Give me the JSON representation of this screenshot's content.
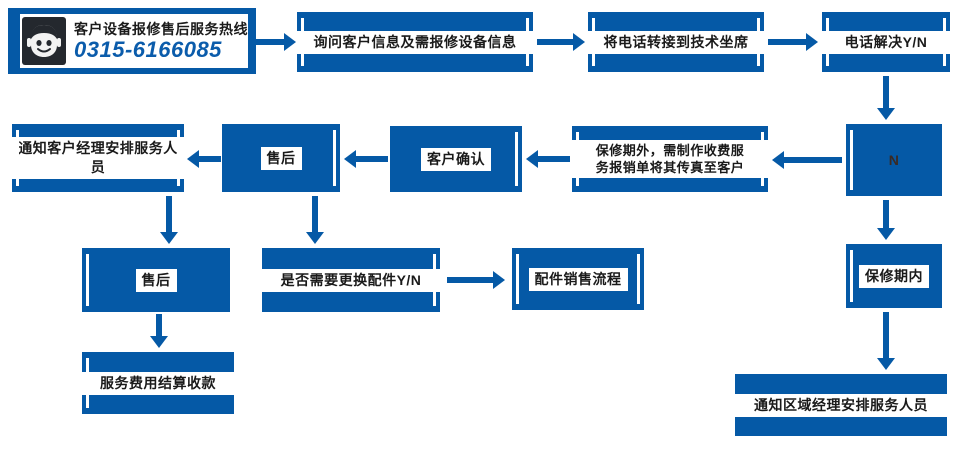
{
  "page": {
    "title": "客户设备报修售后服务流程图",
    "accent_color": "#0559a6",
    "text_color": "#1a1a1a",
    "background_color": "#ffffff"
  },
  "hotline": {
    "icon": "customer-service-avatar-icon",
    "title": "客户设备报修售后服务热线",
    "number": "0315-6166085",
    "number_color": "#0b5cab",
    "avatar_color": "#24282e"
  },
  "nodes": [
    {
      "id": "ask-info",
      "label": "询问客户信息及需报修设备信息"
    },
    {
      "id": "transfer-tech",
      "label": "将电话转接到技术坐席"
    },
    {
      "id": "phone-resolved",
      "label": "电话解决Y/N"
    },
    {
      "id": "branch-n",
      "label": "N"
    },
    {
      "id": "in-warranty",
      "label": "保修期内"
    },
    {
      "id": "notify-area-manager",
      "label": "通知区域经理安排服务人员"
    },
    {
      "id": "out-of-warranty",
      "label": "保修期外，需制作收费服\n务报销单将其传真至客户"
    },
    {
      "id": "customer-confirm",
      "label": "客户确认"
    },
    {
      "id": "fax-after-sales",
      "label": "售后"
    },
    {
      "id": "notify-cust-manager",
      "label": "通知客户经理安排服务人员"
    },
    {
      "id": "after-sales-2",
      "label": "售后"
    },
    {
      "id": "need-parts",
      "label": "是否需要更换配件Y/N"
    },
    {
      "id": "parts-sales-flow",
      "label": "配件销售流程"
    },
    {
      "id": "fee-settlement",
      "label": "服务费用结算收款"
    }
  ],
  "arrows": [
    {
      "id": "hotline-to-ask",
      "direction": "right"
    },
    {
      "id": "ask-to-transfer",
      "direction": "right"
    },
    {
      "id": "transfer-to-resolved",
      "direction": "right"
    },
    {
      "id": "resolved-to-branch-n",
      "direction": "down"
    },
    {
      "id": "branch-n-to-in-warranty",
      "direction": "down"
    },
    {
      "id": "in-warranty-to-notify-area",
      "direction": "down"
    },
    {
      "id": "branch-n-to-out-warranty",
      "direction": "left"
    },
    {
      "id": "out-warranty-to-confirm",
      "direction": "left"
    },
    {
      "id": "confirm-to-fax",
      "direction": "left"
    },
    {
      "id": "fax-to-notify-cust",
      "direction": "left"
    },
    {
      "id": "notify-cust-to-after-sales",
      "direction": "down"
    },
    {
      "id": "fax-to-need-parts",
      "direction": "down"
    },
    {
      "id": "need-parts-to-parts-flow",
      "direction": "right"
    },
    {
      "id": "after-sales-to-fee",
      "direction": "down"
    }
  ]
}
